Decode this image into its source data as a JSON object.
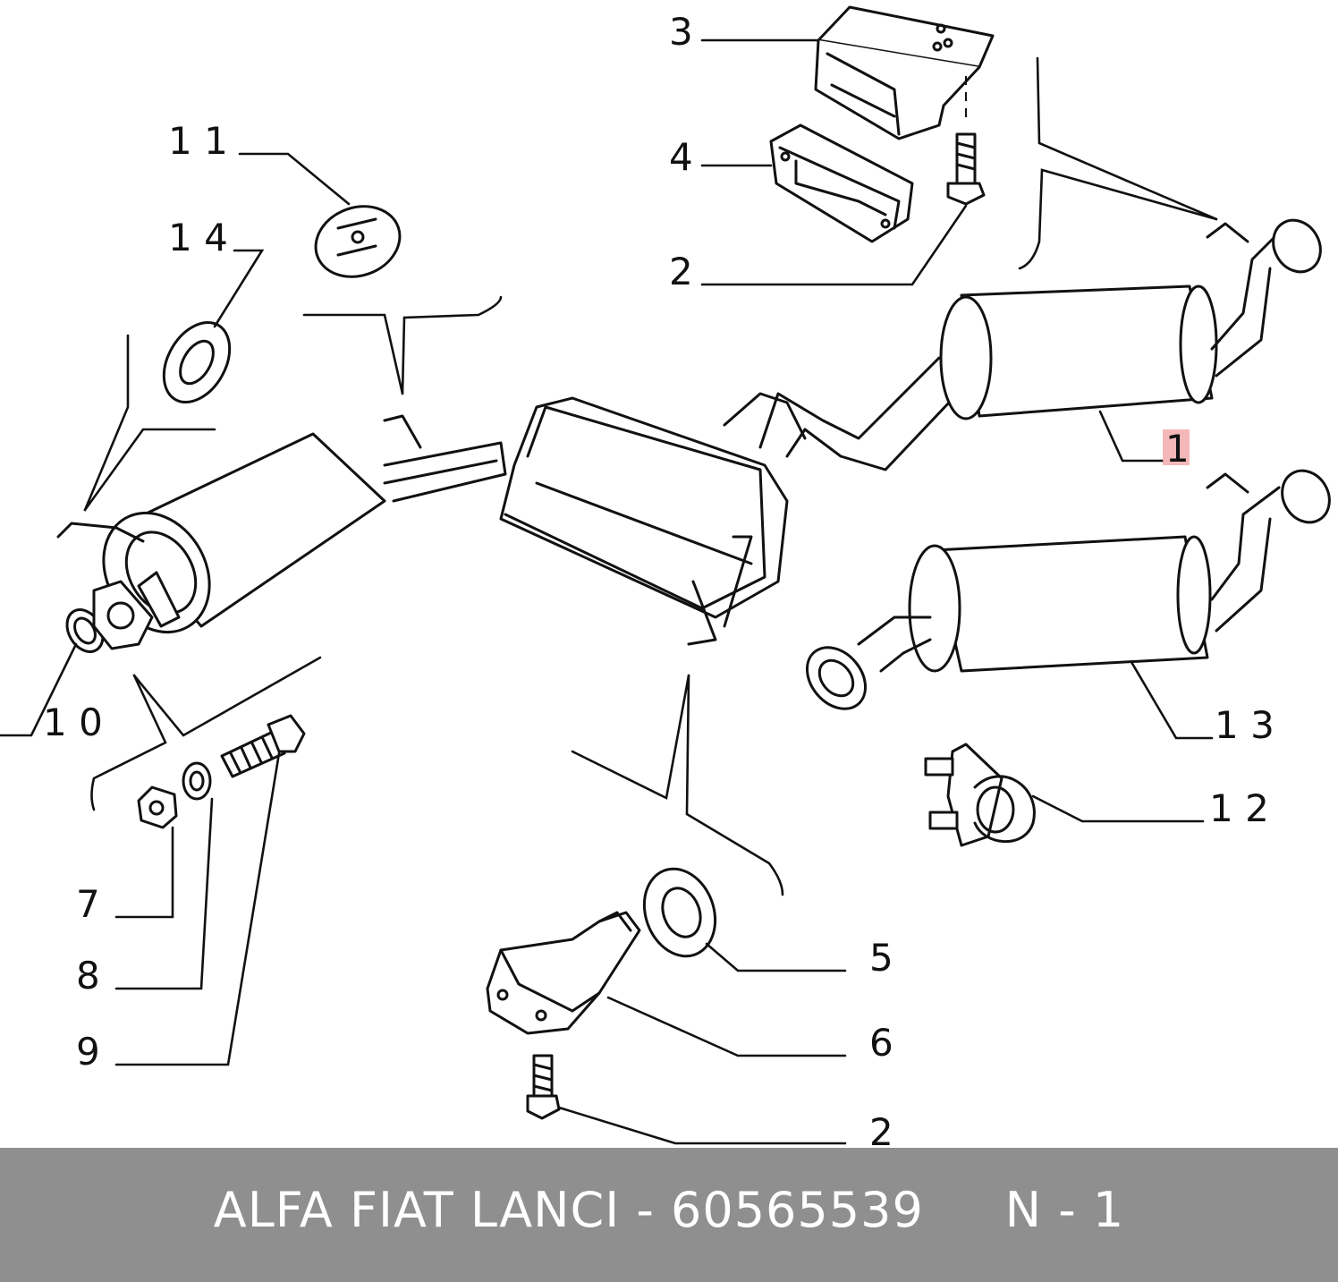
{
  "labels": {
    "l3": "3",
    "l4": "4",
    "l2_top": "2",
    "l11": "1 1",
    "l14": "1 4",
    "l1": "1",
    "l10": "1 0",
    "l13": "1 3",
    "l12": "1 2",
    "l7": "7",
    "l8": "8",
    "l9": "9",
    "l5": "5",
    "l6": "6",
    "l2_bottom": "2"
  },
  "footer": {
    "caption": "ALFA FIAT LANCI - 60565539     N - 1"
  },
  "colors": {
    "footer_bg": "#8f8f8f",
    "footer_text": "#ffffff",
    "highlight": "#f3a6a6"
  }
}
